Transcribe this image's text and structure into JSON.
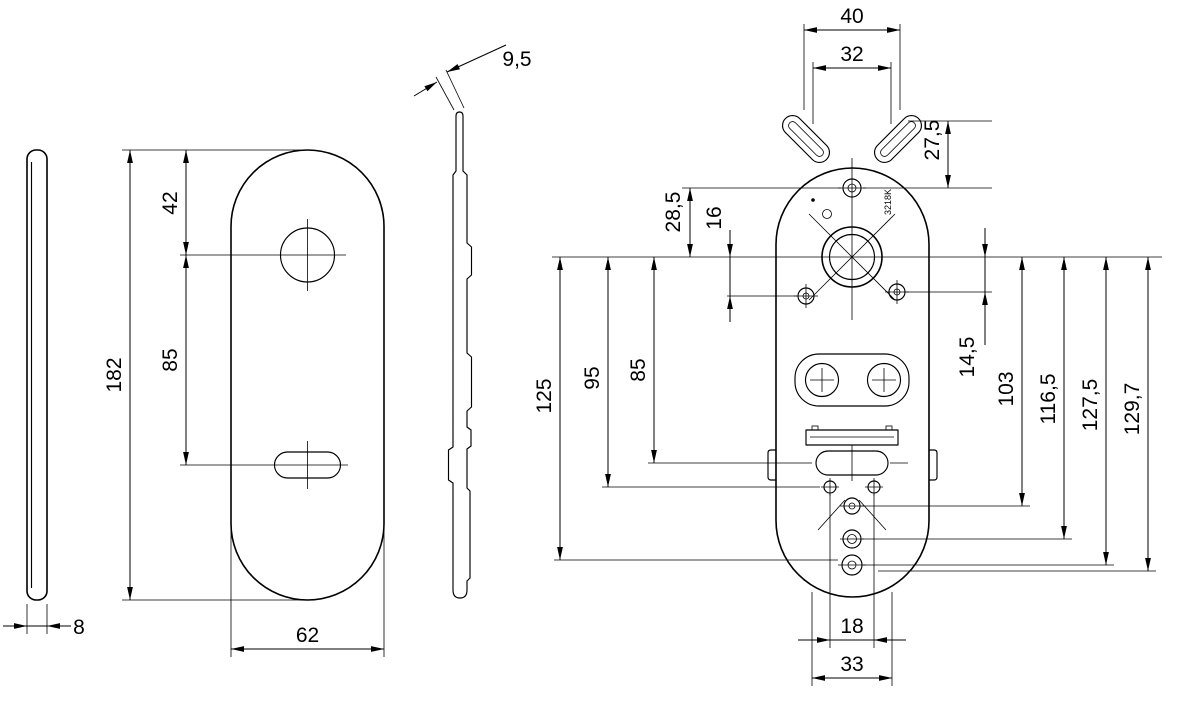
{
  "drawing": {
    "side_view": {
      "thickness": "8"
    },
    "front_view": {
      "height": "182",
      "top_to_hole": "42",
      "hole_to_slot": "85",
      "width": "62"
    },
    "profile_view": {
      "thickness": "9,5"
    },
    "back_view": {
      "marking": "3218K",
      "top_outer": "40",
      "top_inner": "32",
      "tab_to_screw": "27,5",
      "screw_to_center": "28,5",
      "center_to_left_screw": "16",
      "center_to_right_screw": "14,5",
      "center_to_slot": "85",
      "center_to_pair": "95",
      "center_to_lower": "125",
      "center_to_screw_103": "103",
      "center_to_screw_116": "116,5",
      "center_to_screw_127": "127,5",
      "center_to_bottom": "129,7",
      "pair_spacing": "18",
      "bottom_width": "33"
    }
  }
}
